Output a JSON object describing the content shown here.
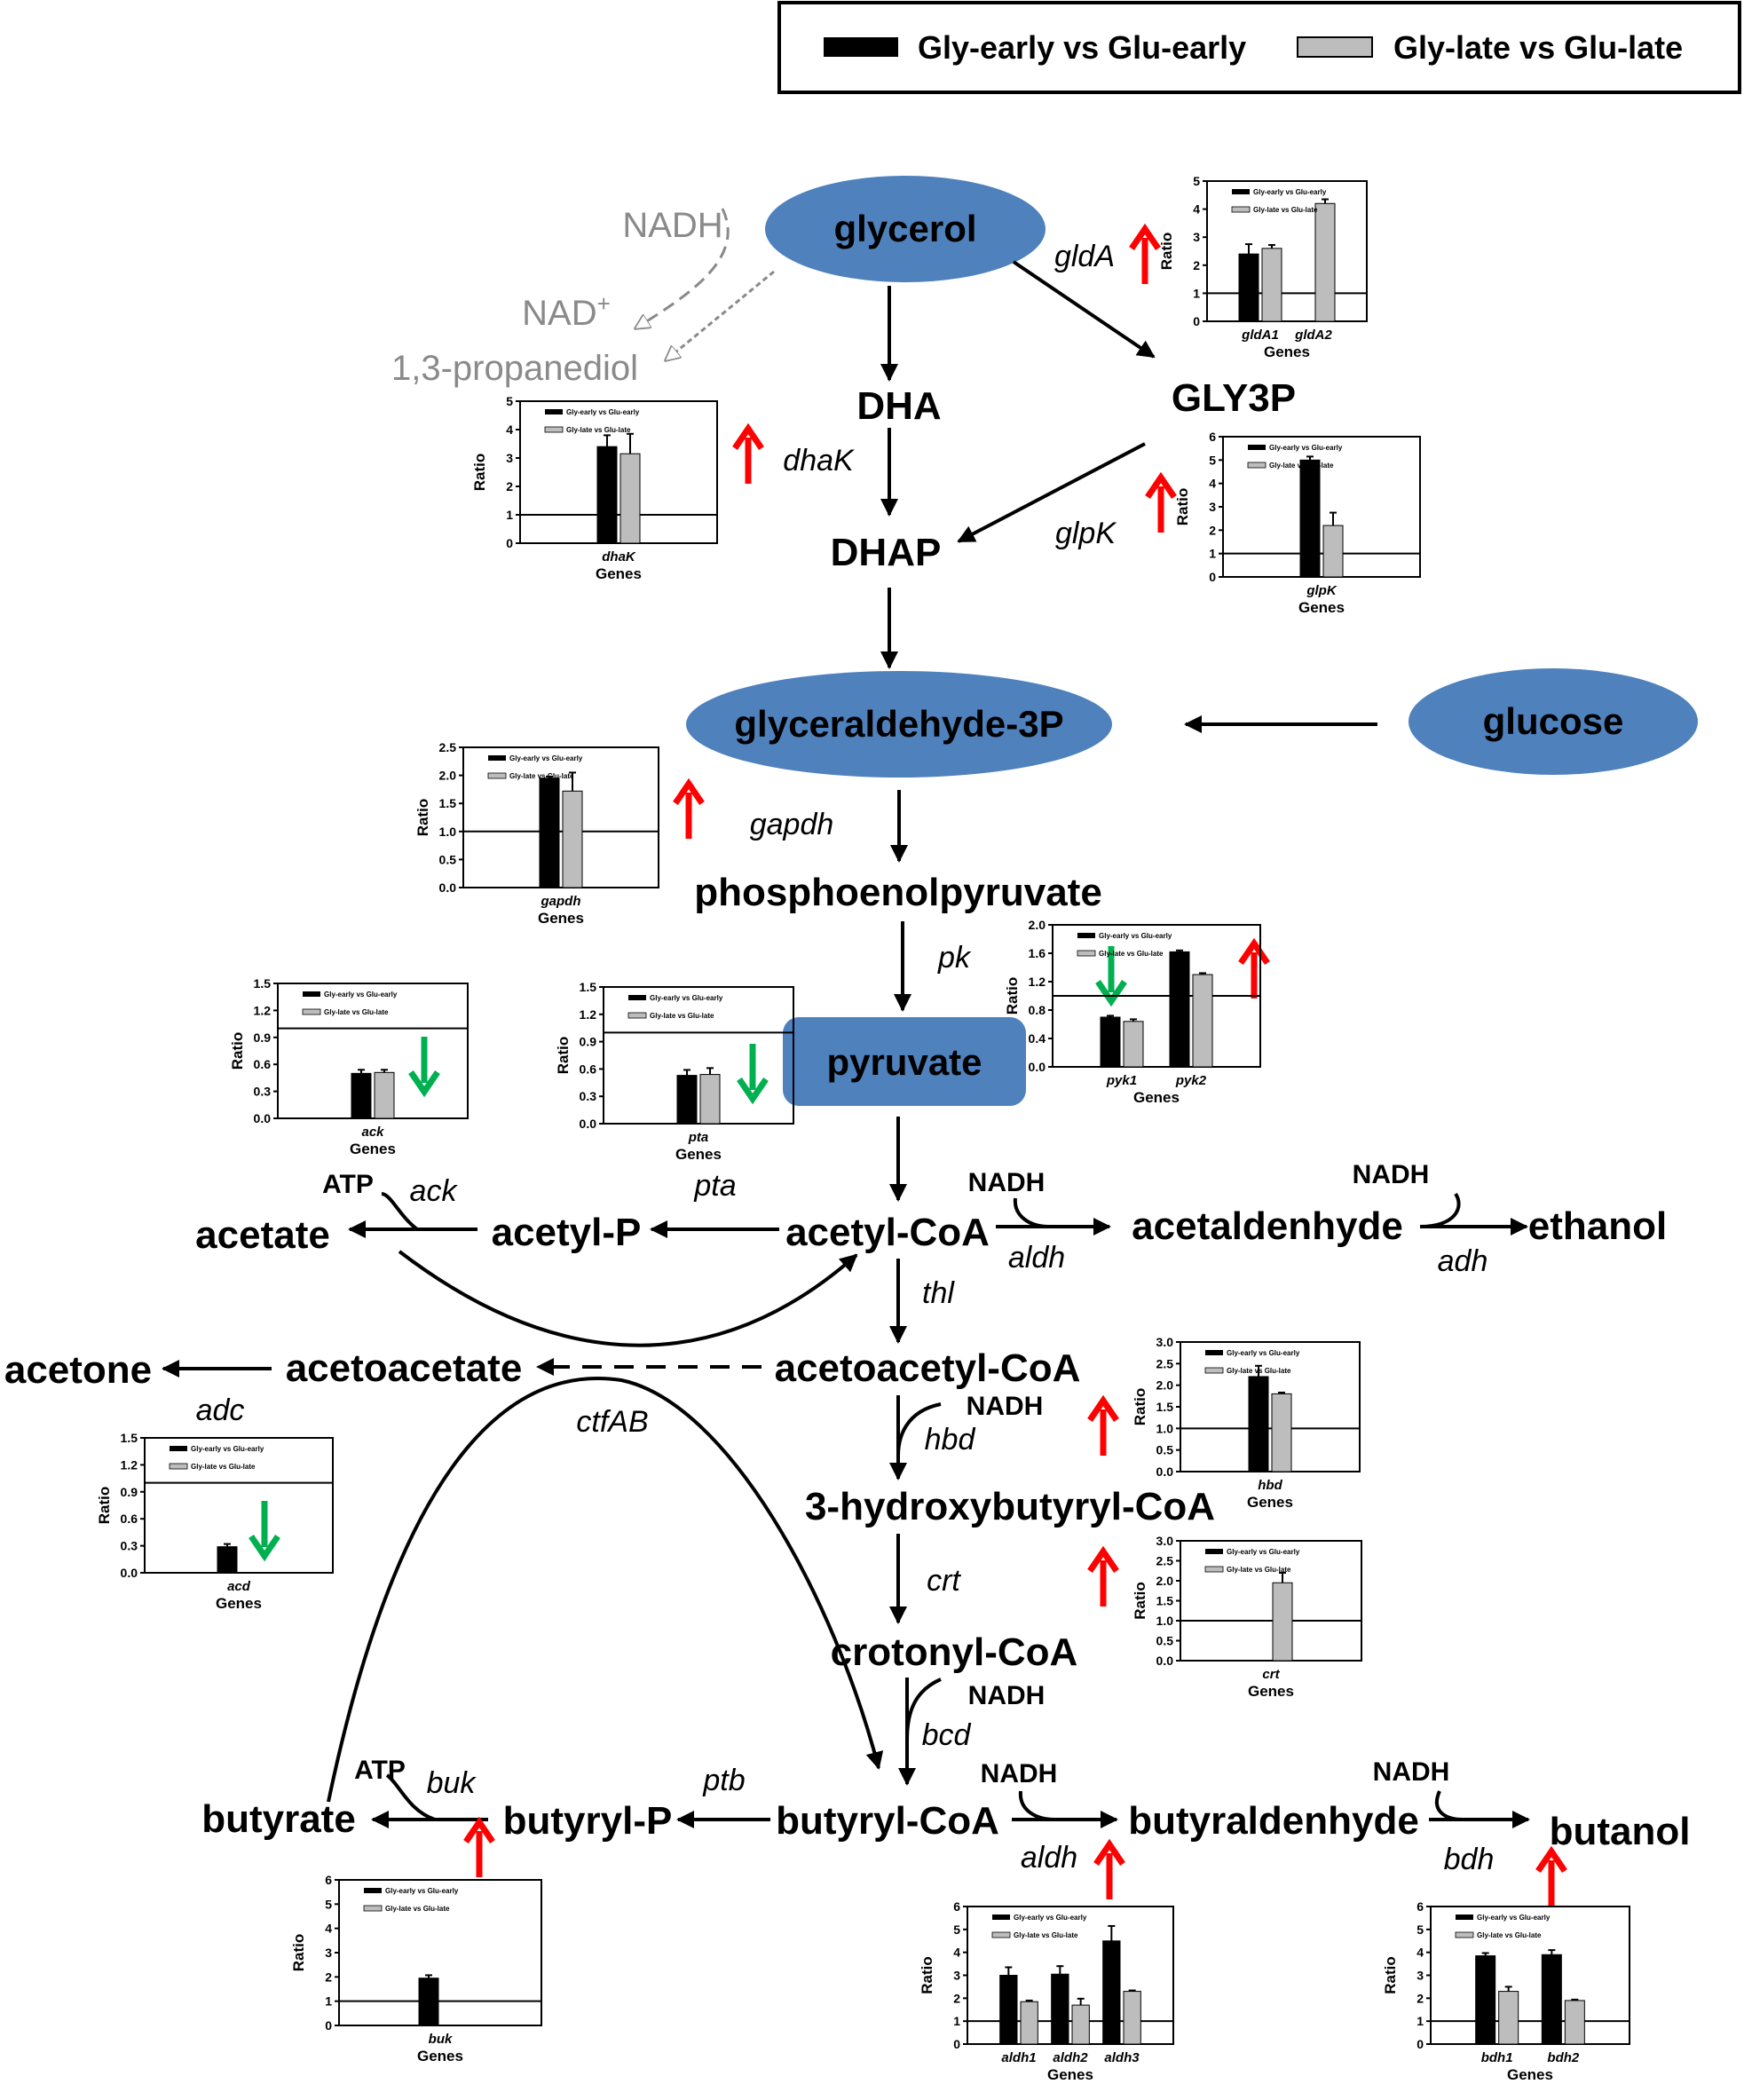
{
  "legend": {
    "early_label": "Gly-early vs Glu-early",
    "late_label": "Gly-late vs Glu-late",
    "early_color": "#000000",
    "late_color": "#bdbdbd"
  },
  "colors": {
    "node_fill": "#4f81bd",
    "up_arrow": "#ff0000",
    "down_arrow": "#00b050",
    "grey_text": "#8a8a8a"
  },
  "metabolites": {
    "glycerol": "glycerol",
    "dha": "DHA",
    "dhap": "DHAP",
    "gly3p": "GLY3P",
    "g3p": "glyceraldehyde-3P",
    "glucose": "glucose",
    "pep": "phosphoenolpyruvate",
    "pyruvate": "pyruvate",
    "acetyl_coa": "acetyl-CoA",
    "acetyl_p": "acetyl-P",
    "acetate": "acetate",
    "acetaldehyde": "acetaldenhyde",
    "ethanol": "ethanol",
    "acetoacetyl_coa": "acetoacetyl-CoA",
    "acetoacetate": "acetoacetate",
    "acetone": "acetone",
    "hb_coa": "3-hydroxybutyryl-CoA",
    "crotonyl_coa": "crotonyl-CoA",
    "butyryl_coa": "butyryl-CoA",
    "butyryl_p": "butyryl-P",
    "butyrate": "butyrate",
    "butyraldehyde": "butyraldenhyde",
    "butanol": "butanol"
  },
  "side": {
    "nadh": "NADH",
    "nad": "NAD",
    "nad_sup": "+",
    "propanediol": "1,3-propanediol",
    "atp": "ATP"
  },
  "enzymes": {
    "glda": "gldA",
    "dhak": "dhaK",
    "glpk": "glpK",
    "gapdh": "gapdh",
    "pk": "pk",
    "ack": "ack",
    "pta": "pta",
    "aldh": "aldh",
    "adh": "adh",
    "thl": "thl",
    "adc": "adc",
    "ctfab": "ctfAB",
    "hbd": "hbd",
    "crt": "crt",
    "bcd": "bcd",
    "ptb": "ptb",
    "buk": "buk",
    "bdh": "bdh"
  },
  "chart_data": [
    {
      "id": "glda",
      "type": "bar",
      "ylabel": "Ratio",
      "xlabel": "Genes",
      "ylim": [
        0,
        5
      ],
      "ticks": [
        "0",
        "1",
        "2",
        "3",
        "4",
        "5"
      ],
      "categories": [
        "gldA1",
        "gldA2"
      ],
      "series": [
        {
          "name": "Gly-early vs Glu-early",
          "values": [
            2.4,
            null
          ],
          "errors": [
            0.35,
            null
          ]
        },
        {
          "name": "Gly-late vs Glu-late",
          "values": [
            2.6,
            4.2
          ],
          "errors": [
            0.12,
            0.15
          ]
        }
      ],
      "reference_line": 1
    },
    {
      "id": "dhak",
      "type": "bar",
      "ylabel": "Ratio",
      "xlabel": "Genes",
      "ylim": [
        0,
        5
      ],
      "ticks": [
        "0",
        "1",
        "2",
        "3",
        "4",
        "5"
      ],
      "categories": [
        "dhaK"
      ],
      "series": [
        {
          "name": "Gly-early vs Glu-early",
          "values": [
            3.4
          ],
          "errors": [
            0.4
          ]
        },
        {
          "name": "Gly-late vs Glu-late",
          "values": [
            3.15
          ],
          "errors": [
            0.7
          ]
        }
      ],
      "reference_line": 1
    },
    {
      "id": "glpk",
      "type": "bar",
      "ylabel": "Ratio",
      "xlabel": "Genes",
      "ylim": [
        0,
        6
      ],
      "ticks": [
        "0",
        "1",
        "2",
        "3",
        "4",
        "5",
        "6"
      ],
      "categories": [
        "glpK"
      ],
      "series": [
        {
          "name": "Gly-early vs Glu-early",
          "values": [
            5.0
          ],
          "errors": [
            0.15
          ]
        },
        {
          "name": "Gly-late vs Glu-late",
          "values": [
            2.2
          ],
          "errors": [
            0.55
          ]
        }
      ],
      "reference_line": 1
    },
    {
      "id": "gapdh",
      "type": "bar",
      "ylabel": "Ratio",
      "xlabel": "Genes",
      "ylim": [
        0,
        2.5
      ],
      "ticks": [
        "0.0",
        "0.5",
        "1.0",
        "1.5",
        "2.0",
        "2.5"
      ],
      "categories": [
        "gapdh"
      ],
      "series": [
        {
          "name": "Gly-early vs Glu-early",
          "values": [
            1.95
          ],
          "errors": [
            0.03
          ]
        },
        {
          "name": "Gly-late vs Glu-late",
          "values": [
            1.72
          ],
          "errors": [
            0.33
          ]
        }
      ],
      "reference_line": 1
    },
    {
      "id": "pyk",
      "type": "bar",
      "ylabel": "Ratio",
      "xlabel": "Genes",
      "ylim": [
        0,
        2.0
      ],
      "ticks": [
        "0.0",
        "0.4",
        "0.8",
        "1.2",
        "1.6",
        "2.0"
      ],
      "categories": [
        "pyk1",
        "pyk2"
      ],
      "series": [
        {
          "name": "Gly-early vs Glu-early",
          "values": [
            0.7,
            1.62
          ],
          "errors": [
            0.02,
            0.02
          ]
        },
        {
          "name": "Gly-late vs Glu-late",
          "values": [
            0.64,
            1.3
          ],
          "errors": [
            0.03,
            0.02
          ]
        }
      ],
      "reference_line": 1
    },
    {
      "id": "ack",
      "type": "bar",
      "ylabel": "Ratio",
      "xlabel": "Genes",
      "ylim": [
        0,
        1.5
      ],
      "ticks": [
        "0.0",
        "0.3",
        "0.6",
        "0.9",
        "1.2",
        "1.5"
      ],
      "categories": [
        "ack"
      ],
      "series": [
        {
          "name": "Gly-early vs Glu-early",
          "values": [
            0.5
          ],
          "errors": [
            0.04
          ]
        },
        {
          "name": "Gly-late vs Glu-late",
          "values": [
            0.51
          ],
          "errors": [
            0.03
          ]
        }
      ],
      "reference_line": 1
    },
    {
      "id": "pta",
      "type": "bar",
      "ylabel": "Ratio",
      "xlabel": "Genes",
      "ylim": [
        0,
        1.5
      ],
      "ticks": [
        "0.0",
        "0.3",
        "0.6",
        "0.9",
        "1.2",
        "1.5"
      ],
      "categories": [
        "pta"
      ],
      "series": [
        {
          "name": "Gly-early vs Glu-early",
          "values": [
            0.53
          ],
          "errors": [
            0.06
          ]
        },
        {
          "name": "Gly-late vs Glu-late",
          "values": [
            0.54
          ],
          "errors": [
            0.07
          ]
        }
      ],
      "reference_line": 1
    },
    {
      "id": "hbd",
      "type": "bar",
      "ylabel": "Ratio",
      "xlabel": "Genes",
      "ylim": [
        0,
        3.0
      ],
      "ticks": [
        "0.0",
        "0.5",
        "1.0",
        "1.5",
        "2.0",
        "2.5",
        "3.0"
      ],
      "categories": [
        "hbd"
      ],
      "series": [
        {
          "name": "Gly-early vs Glu-early",
          "values": [
            2.2
          ],
          "errors": [
            0.25
          ]
        },
        {
          "name": "Gly-late vs Glu-late",
          "values": [
            1.8
          ],
          "errors": [
            0.03
          ]
        }
      ],
      "reference_line": 1
    },
    {
      "id": "acd",
      "type": "bar",
      "ylabel": "Ratio",
      "xlabel": "Genes",
      "ylim": [
        0,
        1.5
      ],
      "ticks": [
        "0.0",
        "0.3",
        "0.6",
        "0.9",
        "1.2",
        "1.5"
      ],
      "categories": [
        "acd"
      ],
      "series": [
        {
          "name": "Gly-early vs Glu-early",
          "values": [
            0.29
          ],
          "errors": [
            0.03
          ]
        },
        {
          "name": "Gly-late vs Glu-late",
          "values": [
            null
          ],
          "errors": [
            null
          ]
        }
      ],
      "reference_line": 1
    },
    {
      "id": "crt",
      "type": "bar",
      "ylabel": "Ratio",
      "xlabel": "Genes",
      "ylim": [
        0,
        3.0
      ],
      "ticks": [
        "0.0",
        "0.5",
        "1.0",
        "1.5",
        "2.0",
        "2.5",
        "3.0"
      ],
      "categories": [
        "crt"
      ],
      "series": [
        {
          "name": "Gly-early vs Glu-early",
          "values": [
            null
          ],
          "errors": [
            null
          ]
        },
        {
          "name": "Gly-late vs Glu-late",
          "values": [
            1.95
          ],
          "errors": [
            0.25
          ]
        }
      ],
      "reference_line": 1
    },
    {
      "id": "buk",
      "type": "bar",
      "ylabel": "Ratio",
      "xlabel": "Genes",
      "ylim": [
        0,
        6
      ],
      "ticks": [
        "0",
        "1",
        "2",
        "3",
        "4",
        "5",
        "6"
      ],
      "categories": [
        "buk"
      ],
      "series": [
        {
          "name": "Gly-early vs Glu-early",
          "values": [
            1.95
          ],
          "errors": [
            0.12
          ]
        },
        {
          "name": "Gly-late vs Glu-late",
          "values": [
            null
          ],
          "errors": [
            null
          ]
        }
      ],
      "reference_line": 1
    },
    {
      "id": "aldh",
      "type": "bar",
      "ylabel": "Ratio",
      "xlabel": "Genes",
      "ylim": [
        0,
        6
      ],
      "ticks": [
        "0",
        "1",
        "2",
        "3",
        "4",
        "5",
        "6"
      ],
      "categories": [
        "aldh1",
        "aldh2",
        "aldh3"
      ],
      "series": [
        {
          "name": "Gly-early vs Glu-early",
          "values": [
            3.0,
            3.05,
            4.5
          ],
          "errors": [
            0.35,
            0.35,
            0.65
          ]
        },
        {
          "name": "Gly-late vs Glu-late",
          "values": [
            1.85,
            1.7,
            2.3
          ],
          "errors": [
            0.05,
            0.28,
            0.04
          ]
        }
      ],
      "reference_line": 1
    },
    {
      "id": "bdh",
      "type": "bar",
      "ylabel": "Ratio",
      "xlabel": "Genes",
      "ylim": [
        0,
        6
      ],
      "ticks": [
        "0",
        "1",
        "2",
        "3",
        "4",
        "5",
        "6"
      ],
      "categories": [
        "bdh1",
        "bdh2"
      ],
      "series": [
        {
          "name": "Gly-early vs Glu-early",
          "values": [
            3.85,
            3.9
          ],
          "errors": [
            0.12,
            0.2
          ]
        },
        {
          "name": "Gly-late vs Glu-late",
          "values": [
            2.3,
            1.9
          ],
          "errors": [
            0.2,
            0.04
          ]
        }
      ],
      "reference_line": 1
    }
  ]
}
